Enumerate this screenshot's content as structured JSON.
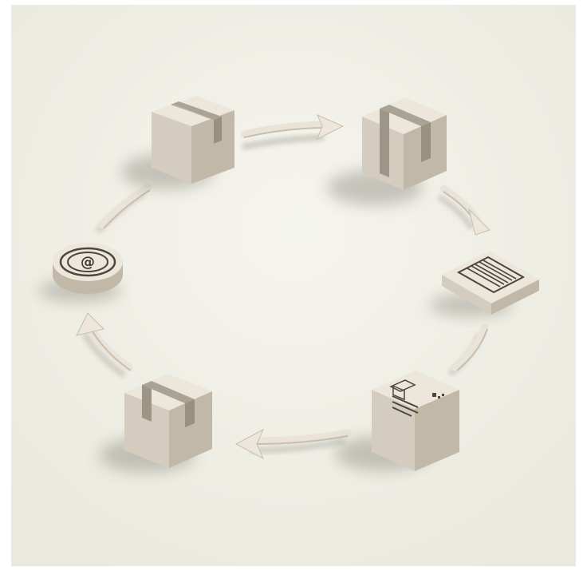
{
  "diagram": {
    "type": "cycle",
    "direction": "clockwise",
    "colors": {
      "background": "#efefe6",
      "box_top": "#ece6db",
      "box_left": "#d4ccbe",
      "box_right": "#c2b8a8",
      "tape": "#a9a295",
      "arrow": "#e9e3d8",
      "shadow": "#8d897f"
    },
    "nodes": [
      {
        "id": "sealed-box",
        "icon": "package-box-icon"
      },
      {
        "id": "tall-box",
        "icon": "taped-box-icon"
      },
      {
        "id": "barcode-label",
        "icon": "barcode-tile-icon"
      },
      {
        "id": "labeled-box",
        "icon": "shipping-label-box-icon"
      },
      {
        "id": "returned-box",
        "icon": "package-box-icon"
      },
      {
        "id": "email-badge",
        "icon": "at-sign-icon"
      }
    ]
  }
}
